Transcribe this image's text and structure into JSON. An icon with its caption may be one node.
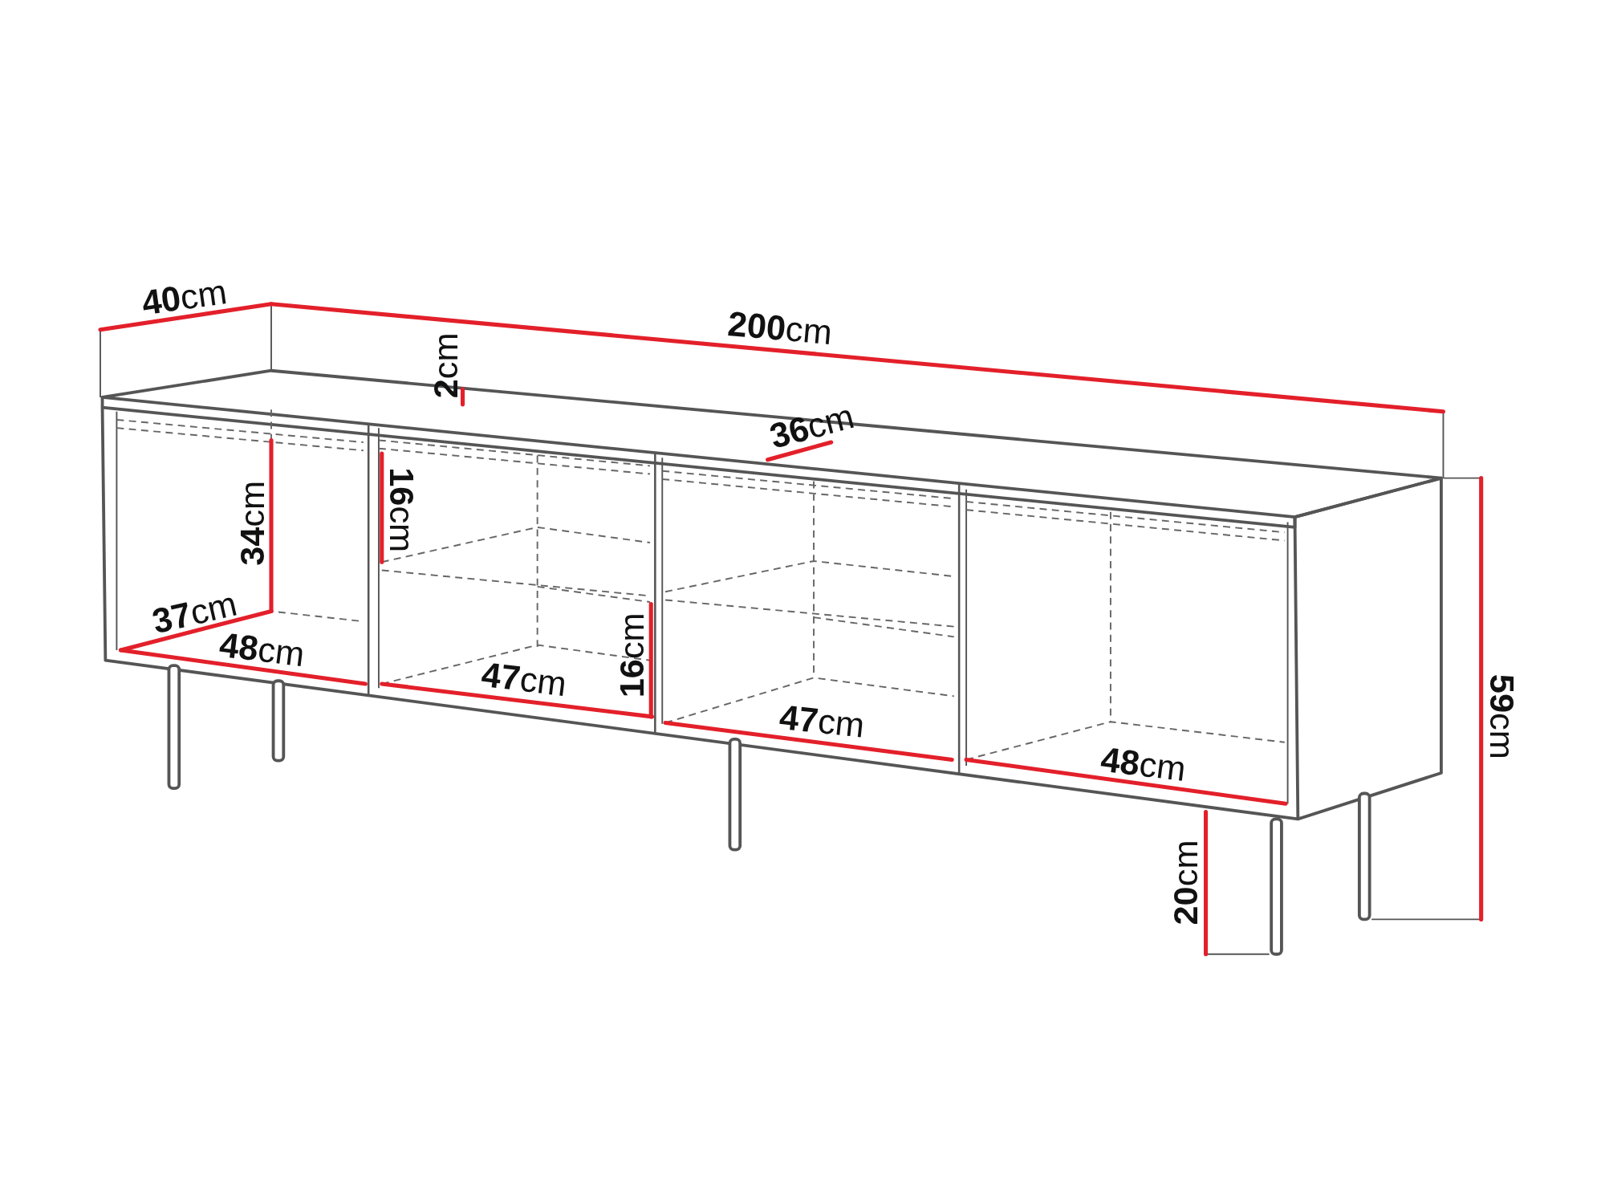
{
  "diagram": {
    "labels": [
      "**40**cm",
      "**200**cm",
      "**2**cm",
      "**36**cm",
      "**16**cm",
      "**34**cm",
      "**37**cm",
      "**48**cm",
      "**16**cm",
      "**47**cm",
      "**47**cm",
      "**48**cm",
      "**59**cm",
      "**20**cm"
    ]
  }
}
